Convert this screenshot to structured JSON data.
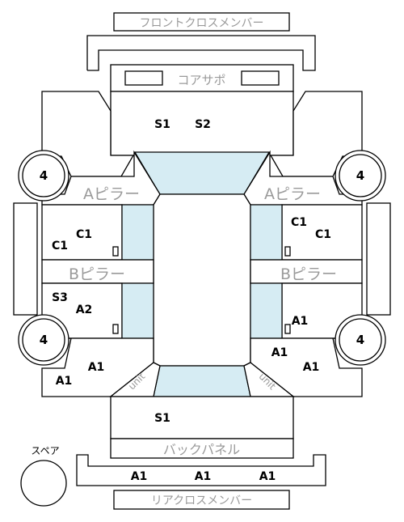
{
  "labels": {
    "front_cross_member": "フロントクロスメンバー",
    "core_support": "コアサポ",
    "a_pillar": "Aピラー",
    "b_pillar": "Bピラー",
    "back_panel": "バックパネル",
    "rear_cross_member": "リアクロスメンバー",
    "spare": "スペア",
    "unit": "unit"
  },
  "codes": {
    "hood_left": "S1",
    "hood_right": "S2",
    "wheel_front_left": "4",
    "wheel_front_right": "4",
    "wheel_rear_left": "4",
    "wheel_rear_right": "4",
    "front_door_left_a": "C1",
    "front_door_left_b": "C1",
    "front_door_right_a": "C1",
    "front_door_right_b": "C1",
    "rear_door_left_a": "S3",
    "rear_door_left_b": "A2",
    "rear_door_right": "A1",
    "quarter_left_a": "A1",
    "quarter_left_b": "A1",
    "quarter_right_a": "A1",
    "quarter_right_b": "A1",
    "trunk": "S1",
    "rear_member_1": "A1",
    "rear_member_2": "A1",
    "rear_member_3": "A1"
  }
}
